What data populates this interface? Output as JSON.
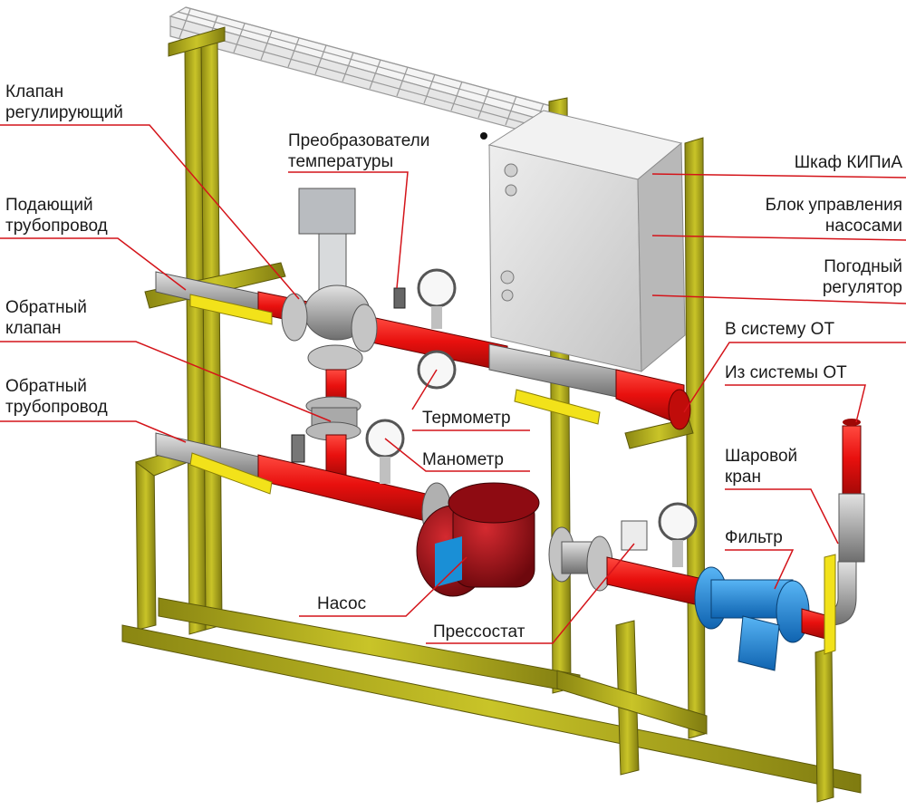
{
  "colors": {
    "leader": "#d4141a",
    "frame": "#b8b31e",
    "pipe_hot": "#e8100e",
    "pipe_gray": "#a9a9a9",
    "cabinet": "#d9d9d9",
    "pump": "#a8111a",
    "filter": "#1e8fe0",
    "handle": "#f2e21a"
  },
  "labels": {
    "control_valve": [
      "Клапан",
      "регулирующий"
    ],
    "temp_converters": [
      "Преобразователи",
      "температуры"
    ],
    "supply_pipe": [
      "Подающий",
      "трубопровод"
    ],
    "check_valve": [
      "Обратный",
      "клапан"
    ],
    "return_pipe": [
      "Обратный",
      "трубопровод"
    ],
    "thermometer": "Термометр",
    "manometer": "Манометр",
    "pump": "Насос",
    "pressostat": "Прессостат",
    "cabinet": "Шкаф КИПиА",
    "pump_control": [
      "Блок управления",
      "насосами"
    ],
    "weather_regulator": [
      "Погодный",
      "регулятор"
    ],
    "to_heating": "В систему ОТ",
    "from_heating": "Из системы ОТ",
    "ball_valve": [
      "Шаровой",
      "кран"
    ],
    "filter": "Фильтр"
  }
}
